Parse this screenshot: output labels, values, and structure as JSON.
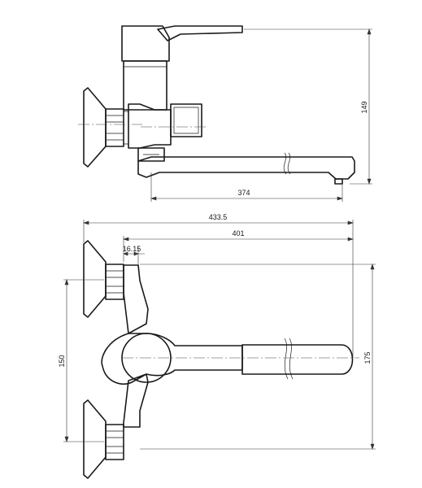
{
  "dimensions": {
    "side_height": "149",
    "side_spout_length": "374",
    "top_overall_length": "433.5",
    "top_spout_length": "401",
    "top_offset": "16.15",
    "top_center_distance": "150",
    "top_total_height": "175"
  }
}
